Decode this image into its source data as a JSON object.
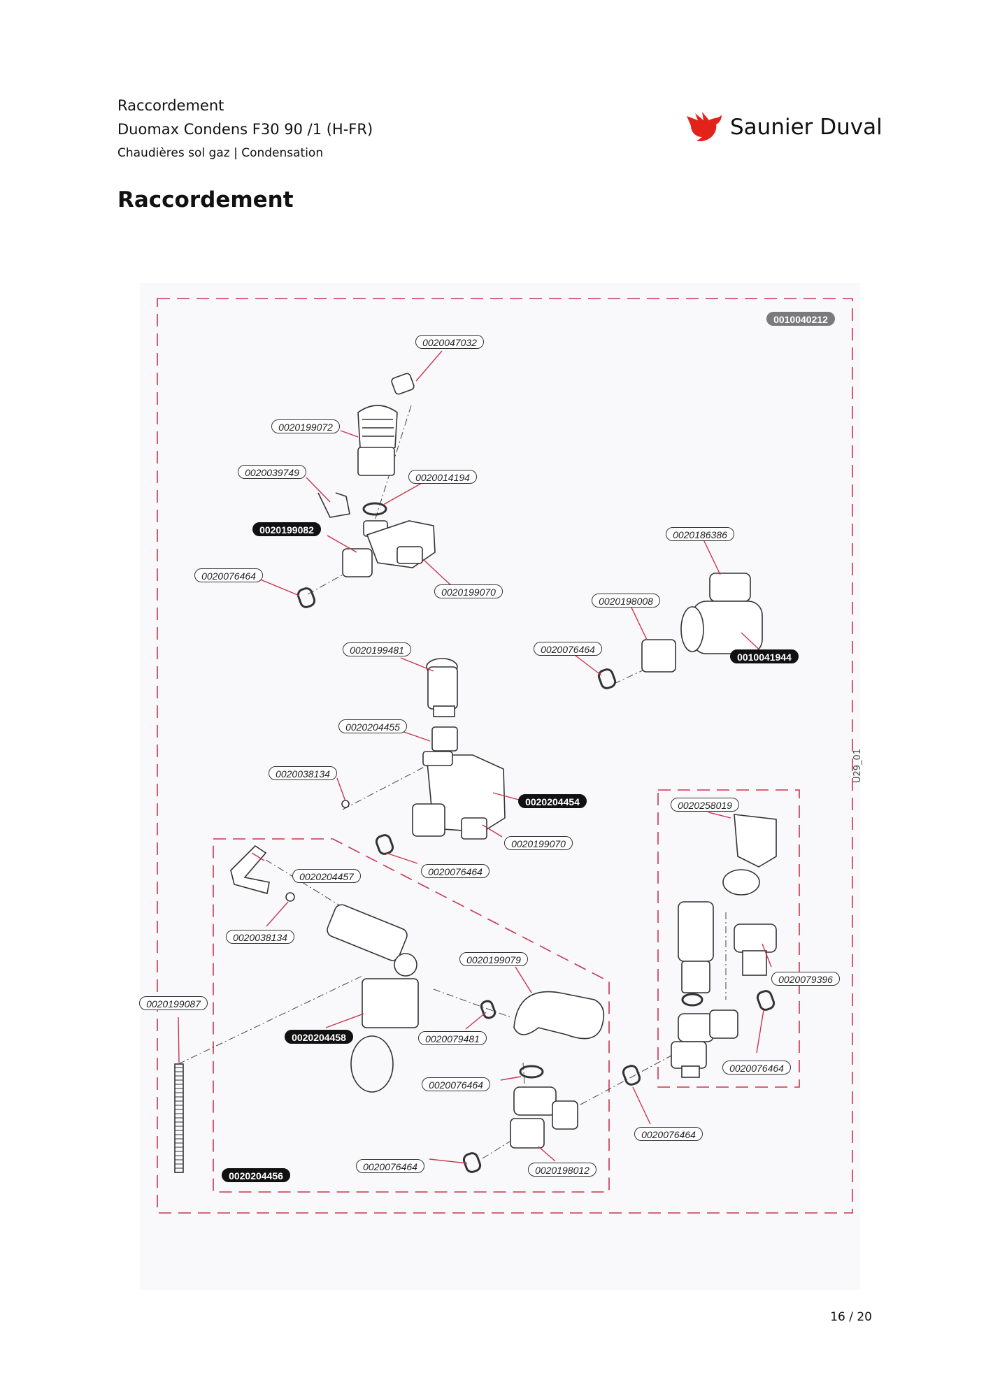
{
  "header": {
    "section": "Raccordement",
    "model": "Duomax Condens F30 90 /1 (H-FR)",
    "category": "Chaudières sol gaz | Condensation"
  },
  "brand": {
    "name": "Saunier Duval",
    "color": "#e2231a"
  },
  "page_title": "Raccordement",
  "figure": {
    "drawing_code": "U29_01",
    "callouts": [
      "0010040212",
      "0020047032",
      "0020199072",
      "0020039749",
      "0020014194",
      "0020199082",
      "0020076464",
      "0020199070",
      "0020186386",
      "0020198008",
      "0020199481",
      "0020076464",
      "0010041944",
      "0020204455",
      "0020038134",
      "0020204454",
      "0020258019",
      "0020199070",
      "0020076464",
      "0020204457",
      "0020038134",
      "0020199079",
      "0020079396",
      "0020199087",
      "0020204458",
      "0020079481",
      "0020076464",
      "0020076464",
      "0020076464",
      "0020076464",
      "0020198012",
      "0020204456"
    ]
  },
  "footer": {
    "page": "16 / 20"
  },
  "colors": {
    "frame": "#c9354d",
    "leader": "#c9354d",
    "part": "#333333"
  }
}
